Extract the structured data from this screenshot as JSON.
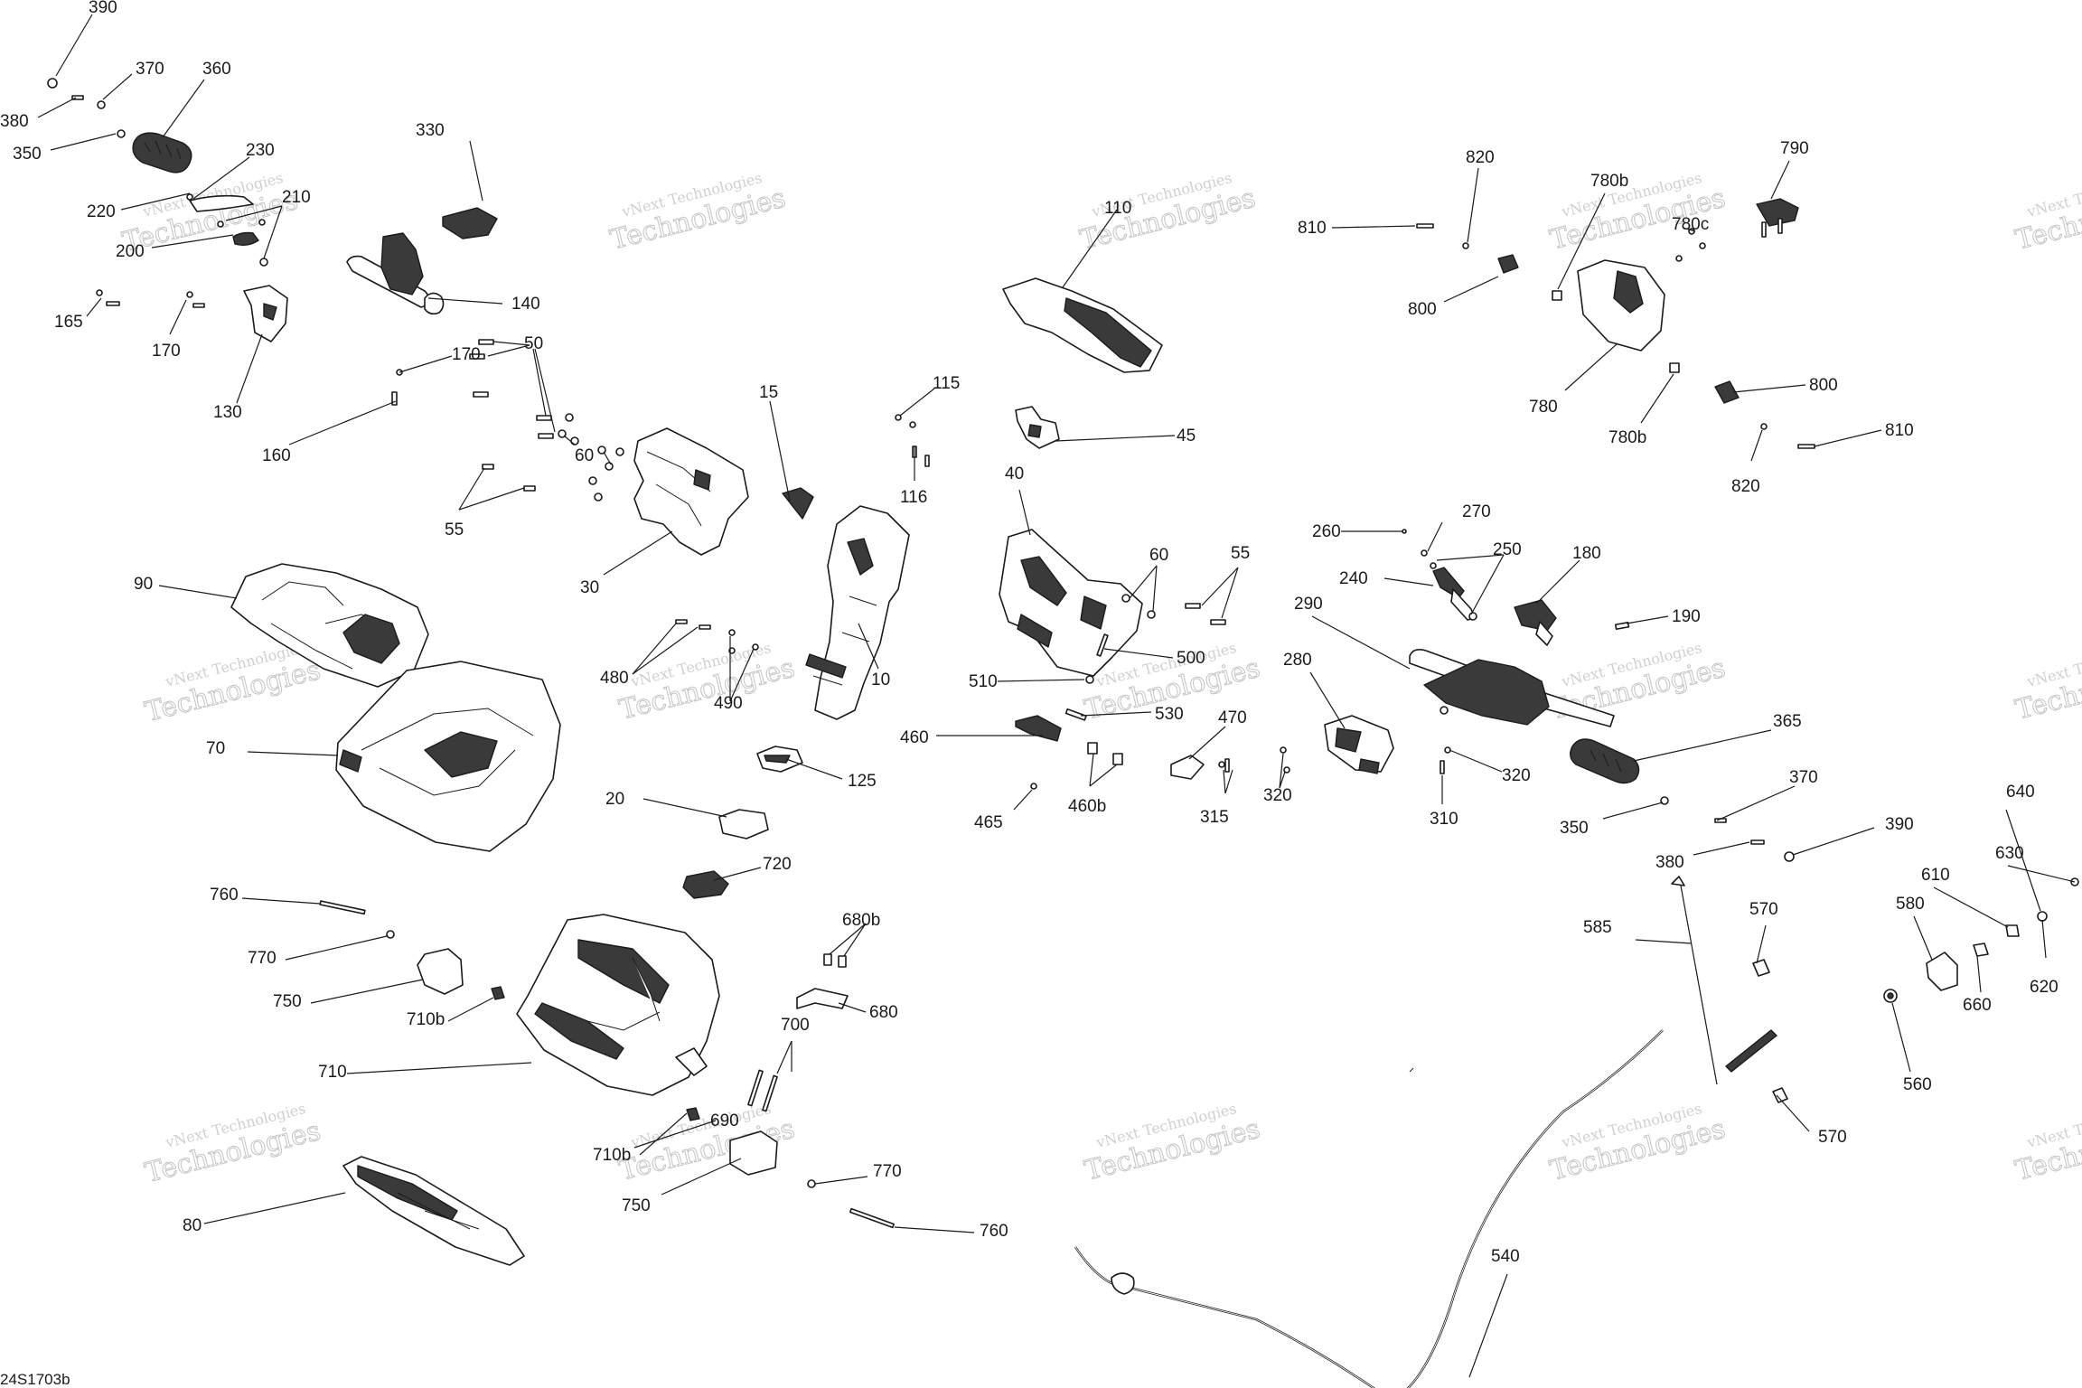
{
  "diagram_code": "24S1703b",
  "watermark": {
    "line1": "vNext Technologies",
    "line2": "Technologies"
  },
  "callouts": [
    "390",
    "370",
    "360",
    "380",
    "350",
    "230",
    "220",
    "210",
    "200",
    "165",
    "170",
    "130",
    "330",
    "140",
    "170",
    "50",
    "160",
    "60",
    "55",
    "30",
    "15",
    "115",
    "116",
    "10",
    "110",
    "45",
    "40",
    "60",
    "55",
    "500",
    "510",
    "530",
    "460",
    "465",
    "460b",
    "470",
    "315",
    "320",
    "280",
    "290",
    "310",
    "320",
    "260",
    "270",
    "250",
    "240",
    "180",
    "190",
    "820",
    "810",
    "800",
    "780b",
    "780c",
    "790",
    "780",
    "780b",
    "800",
    "820",
    "810",
    "365",
    "350",
    "370",
    "380",
    "390",
    "90",
    "70",
    "480",
    "490",
    "125",
    "20",
    "720",
    "760",
    "770",
    "750",
    "710b",
    "710",
    "680b",
    "680",
    "700",
    "690",
    "710b",
    "750",
    "770",
    "760",
    "80",
    "585",
    "570",
    "580",
    "610",
    "640",
    "630",
    "620",
    "660",
    "560",
    "570",
    "540"
  ]
}
